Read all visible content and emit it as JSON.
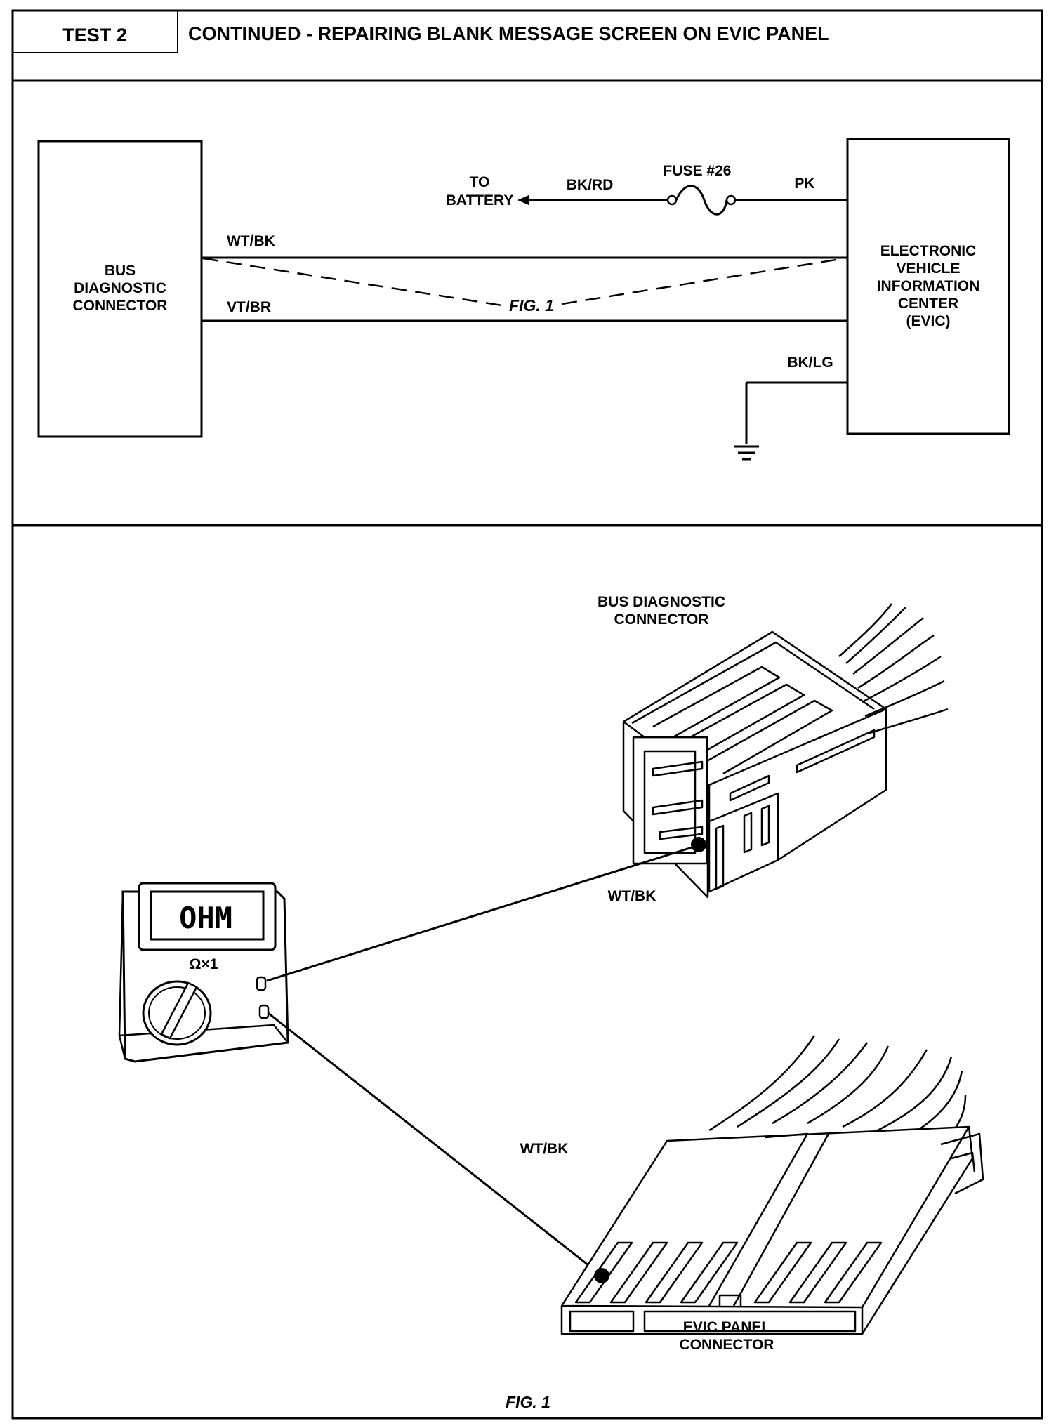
{
  "header": {
    "test_label": "TEST 2",
    "title": "CONTINUED - REPAIRING BLANK MESSAGE SCREEN ON EVIC PANEL"
  },
  "schematic": {
    "left_box_lines": [
      "BUS",
      "DIAGNOSTIC",
      "CONNECTOR"
    ],
    "right_box_lines": [
      "ELECTRONIC",
      "VEHICLE",
      "INFORMATION",
      "CENTER",
      "(EVIC)"
    ],
    "to_battery_lines": [
      "TO",
      "BATTERY"
    ],
    "wire_bkrd": "BK/RD",
    "fuse_label": "FUSE #26",
    "wire_pk": "PK",
    "wire_wtbk": "WT/BK",
    "wire_vtbr": "VT/BR",
    "fig_ref": "FIG. 1",
    "wire_bklg": "BK/LG"
  },
  "illustration": {
    "bus_connector_lines": [
      "BUS DIAGNOSTIC",
      "CONNECTOR"
    ],
    "wire_label_top": "WT/BK",
    "wire_label_bottom": "WT/BK",
    "meter_display": "OHM",
    "meter_range": "Ω×1",
    "evic_connector_lines": [
      "EVIC PANEL",
      "CONNECTOR"
    ],
    "figure_caption": "FIG. 1"
  }
}
